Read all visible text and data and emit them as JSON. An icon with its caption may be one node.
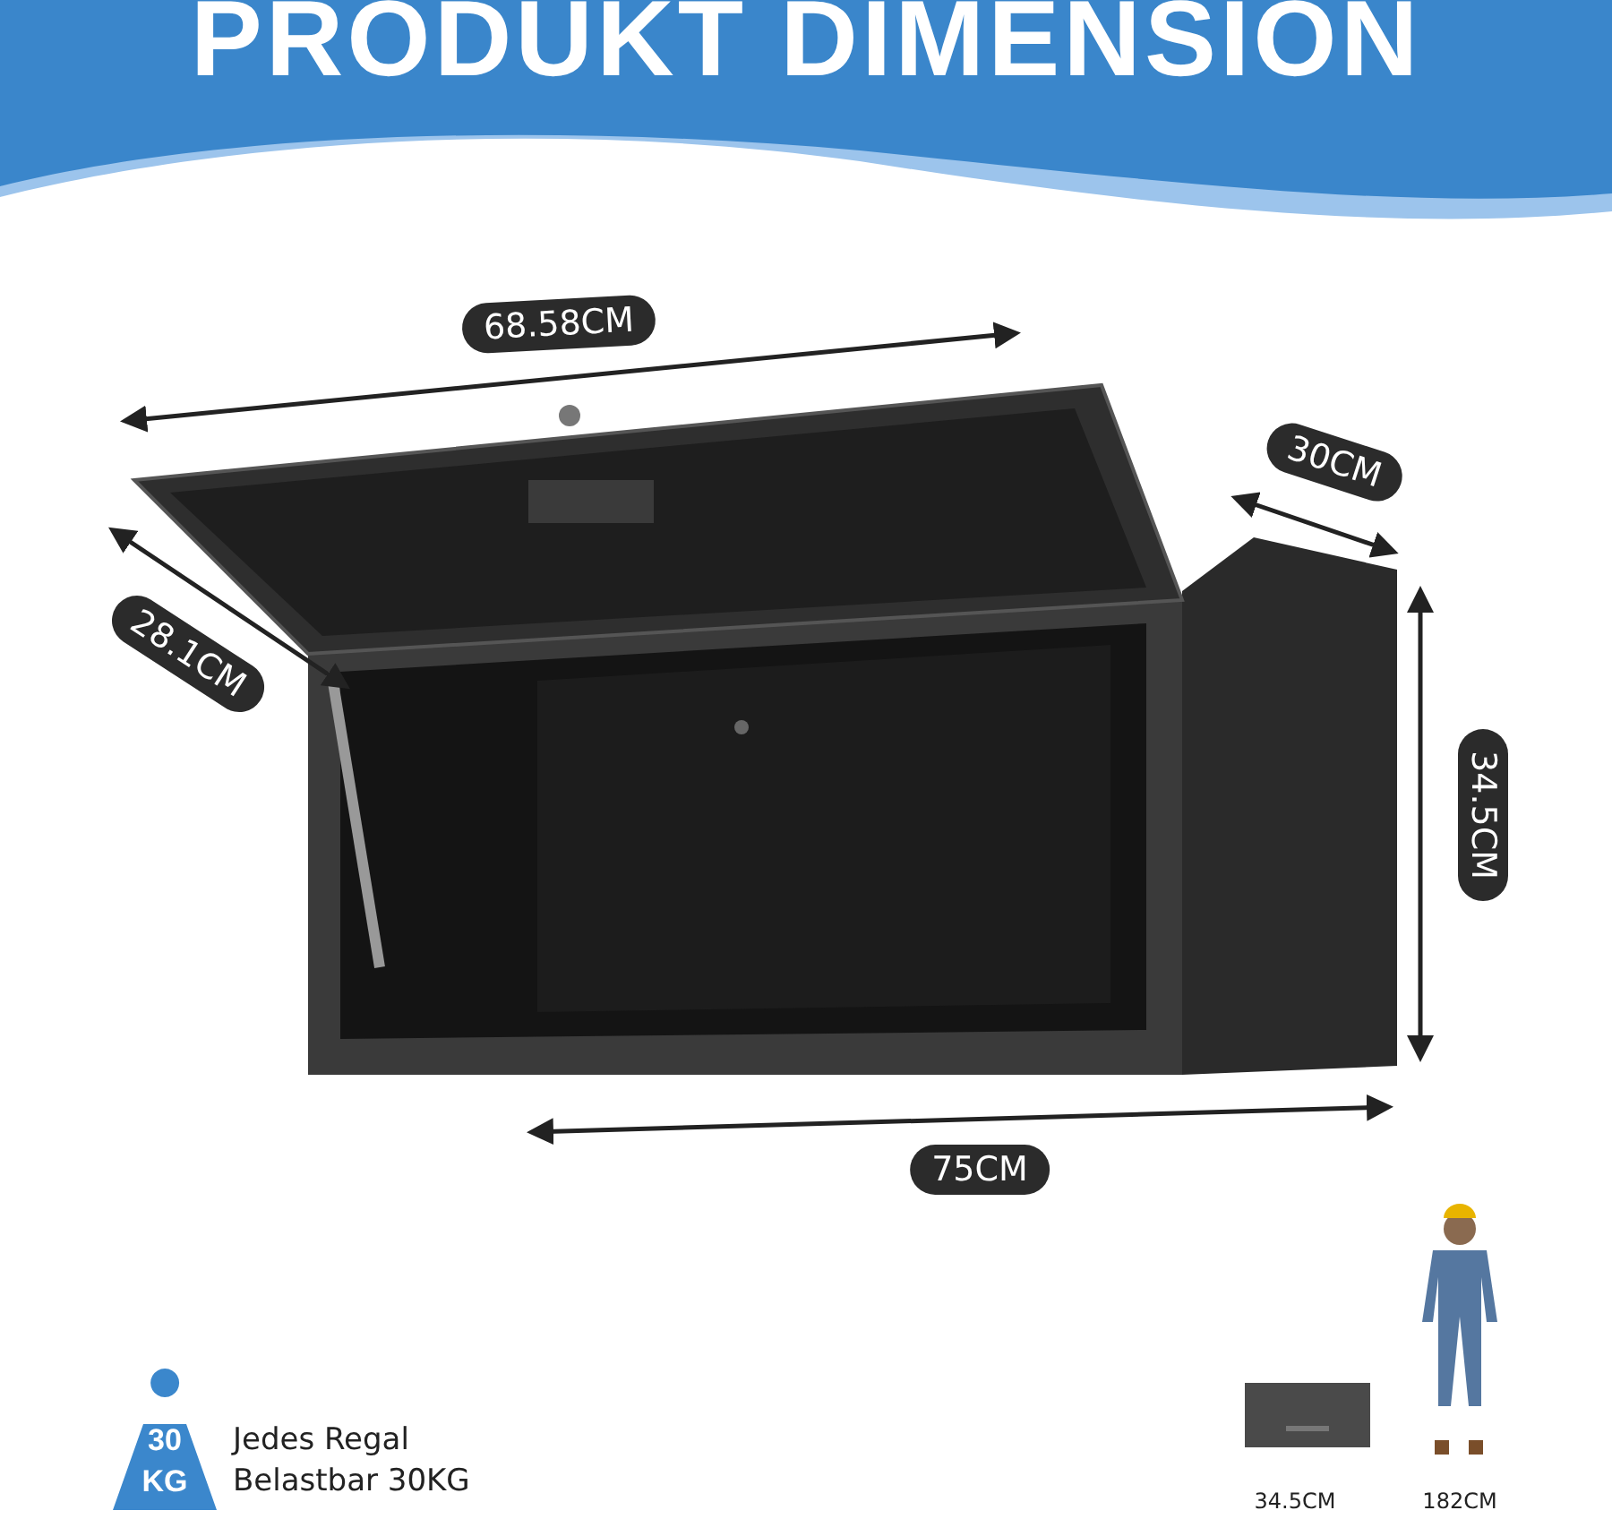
{
  "diagram": {
    "title": "PRODUKT DIMENSION",
    "labels": [
      "68.58CM",
      "30CM",
      "28.1CM",
      "34.5CM",
      "75CM",
      "30",
      "KG",
      "Jedes Regal Belastbar 30KG",
      "34.5CM",
      "182CM"
    ]
  }
}
